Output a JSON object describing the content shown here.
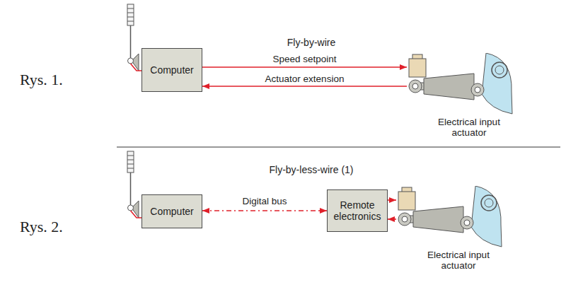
{
  "diagram": {
    "nodes": [
      {
        "text": [
          "Computer"
        ]
      },
      {
        "text": [
          "Electrical input actuator"
        ]
      },
      {
        "text": [
          "Computer"
        ]
      },
      {
        "text": [
          "Remote electronics"
        ]
      },
      {
        "text": [
          "Electrical input actuator"
        ]
      }
    ],
    "edges": [
      {
        "from": 0,
        "to": 1,
        "arrow": "to",
        "label": "Speed setpoint"
      },
      {
        "from": 1,
        "to": 0,
        "arrow": "to",
        "label": "Actuator extension"
      },
      {
        "from": 2,
        "to": 3,
        "arrow": "both",
        "label": "Digital bus"
      },
      {
        "from": 3,
        "to": 4,
        "arrow": "to"
      },
      {
        "from": 4,
        "to": 3,
        "arrow": "to"
      }
    ],
    "labels": [
      "Rys. 1.",
      "Fly-by-wire",
      "Rys. 2.",
      "Fly-by-less-wire (1)"
    ]
  }
}
